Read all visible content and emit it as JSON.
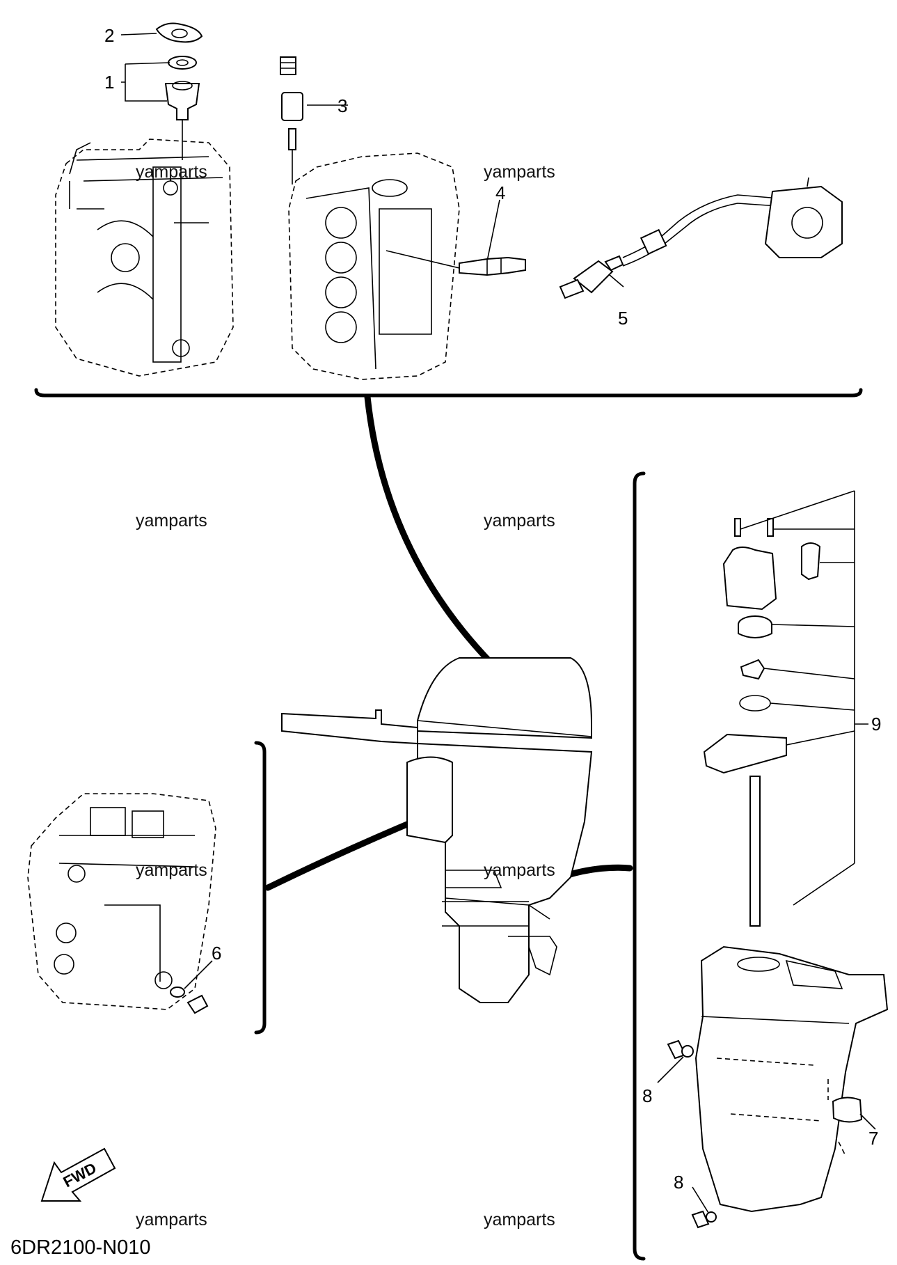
{
  "diagram_code": "6DR2100-N010",
  "direction_label": "FWD",
  "watermark": "yamparts",
  "callouts": {
    "c1": "1",
    "c2": "2",
    "c3": "3",
    "c4": "4",
    "c5": "5",
    "c6": "6",
    "c7": "7",
    "c8a": "8",
    "c8b": "8",
    "c9": "9"
  }
}
